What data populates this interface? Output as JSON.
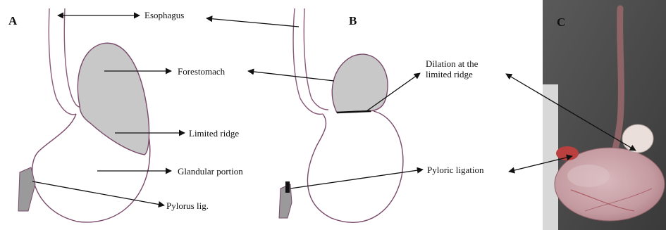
{
  "panels": {
    "a": "A",
    "b": "B",
    "c": "C"
  },
  "labels": {
    "esophagus": "Esophagus",
    "forestomach": "Forestomach",
    "limited_ridge": "Limited ridge",
    "glandular_portion": "Glandular portion",
    "pylorus_ligature_a": "Pylorus lig.",
    "dilation_line1": "Dilation at the",
    "dilation_line2": "limited ridge",
    "pyloric_ligation": "Pyloric ligation"
  },
  "colors": {
    "forestomach_fill": "#c8c8c8",
    "outline": "#7a4a6a",
    "esophagus_stroke": "#8a5a78",
    "pylorus_fill": "#9a9a9a",
    "photo_bg": "#4a4a4a",
    "stomach_tissue": "#c9a3a8"
  }
}
